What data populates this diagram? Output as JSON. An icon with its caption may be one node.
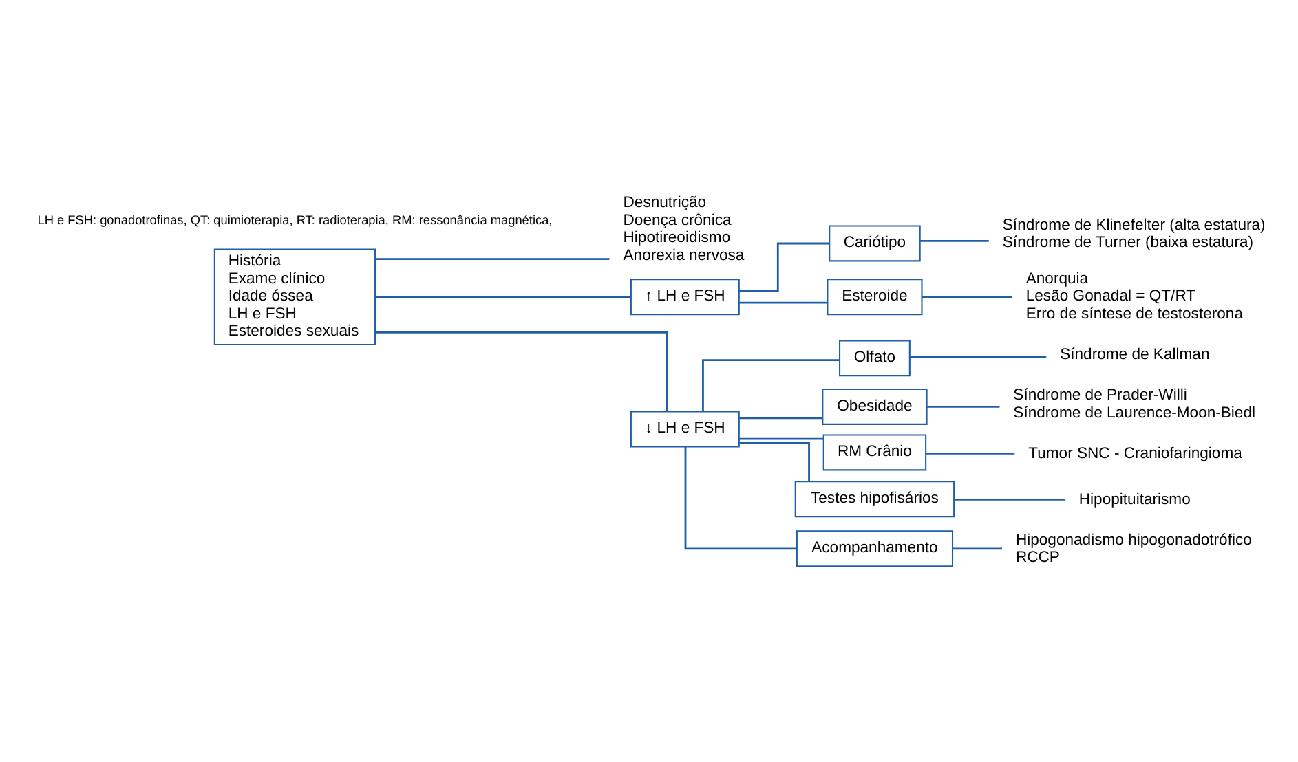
{
  "diagram": {
    "nodes": [
      {
        "text": [
          "História",
          "Exame clínico",
          "Idade óssea",
          "LH e FSH",
          "Esteroides sexuais"
        ]
      },
      {
        "text": [
          "Desnutrição",
          "Doença crônica",
          "Hipotireoidismo",
          "Anorexia nervosa"
        ]
      },
      {
        "text": [
          "↑ LH e FSH"
        ]
      },
      {
        "text": [
          "Cariótipo"
        ]
      },
      {
        "text": [
          "Síndrome de Klinefelter (alta estatura)",
          "Síndrome de Turner (baixa estatura)"
        ]
      },
      {
        "text": [
          "Esteroide"
        ]
      },
      {
        "text": [
          "Anorquia",
          "Lesão Gonadal = QT/RT",
          "Erro de síntese de testosterona"
        ]
      },
      {
        "text": [
          "↓ LH e FSH"
        ]
      },
      {
        "text": [
          "Olfato"
        ]
      },
      {
        "text": [
          "Síndrome de Kallman"
        ]
      },
      {
        "text": [
          "Obesidade"
        ]
      },
      {
        "text": [
          "Síndrome de Prader-Willi",
          "Síndrome de Laurence-Moon-Biedl"
        ]
      },
      {
        "text": [
          "RM Crânio"
        ]
      },
      {
        "text": [
          "Tumor SNC - Craniofaringioma"
        ]
      },
      {
        "text": [
          "Testes hipofisários"
        ]
      },
      {
        "text": [
          "Hipopituitarismo"
        ]
      },
      {
        "text": [
          "Acompanhamento"
        ]
      },
      {
        "text": [
          "Hipogonadismo hipogonadotrófico",
          "RCCP"
        ]
      }
    ],
    "edges": [
      {
        "from": 0,
        "to": 1,
        "arrow": "none"
      },
      {
        "from": 0,
        "to": 2,
        "arrow": "none"
      },
      {
        "from": 0,
        "to": 7,
        "arrow": "none"
      },
      {
        "from": 2,
        "to": 3,
        "arrow": "none"
      },
      {
        "from": 3,
        "to": 4,
        "arrow": "none"
      },
      {
        "from": 2,
        "to": 5,
        "arrow": "none"
      },
      {
        "from": 5,
        "to": 6,
        "arrow": "none"
      },
      {
        "from": 7,
        "to": 8,
        "arrow": "none"
      },
      {
        "from": 8,
        "to": 9,
        "arrow": "none"
      },
      {
        "from": 7,
        "to": 10,
        "arrow": "none"
      },
      {
        "from": 10,
        "to": 11,
        "arrow": "none"
      },
      {
        "from": 7,
        "to": 12,
        "arrow": "none"
      },
      {
        "from": 12,
        "to": 13,
        "arrow": "none"
      },
      {
        "from": 7,
        "to": 14,
        "arrow": "none"
      },
      {
        "from": 14,
        "to": 15,
        "arrow": "none"
      },
      {
        "from": 7,
        "to": 16,
        "arrow": "none"
      },
      {
        "from": 16,
        "to": 17,
        "arrow": "none"
      }
    ],
    "labels": [
      "LH e FSH: gonadotrofinas, QT: quimioterapia, RT: radioterapia, RM: ressonância magnética,"
    ]
  }
}
